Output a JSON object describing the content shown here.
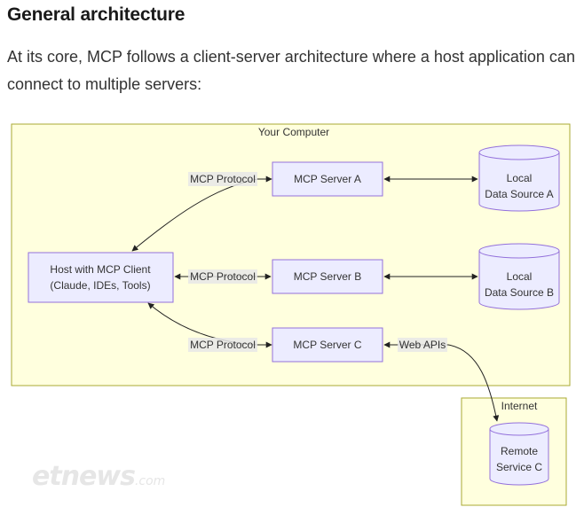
{
  "heading": "General architecture",
  "intro": "At its core, MCP follows a client-server architecture where a host application can connect to multiple servers:",
  "diagram": {
    "groups": {
      "computer": "Your Computer",
      "internet": "Internet"
    },
    "nodes": {
      "host_line1": "Host with MCP Client",
      "host_line2": "(Claude, IDEs, Tools)",
      "server_a": "MCP Server A",
      "server_b": "MCP Server B",
      "server_c": "MCP Server C",
      "source_a_line1": "Local",
      "source_a_line2": "Data Source A",
      "source_b_line1": "Local",
      "source_b_line2": "Data Source B",
      "remote_line1": "Remote",
      "remote_line2": "Service C"
    },
    "edge_labels": {
      "protocol_a": "MCP Protocol",
      "protocol_b": "MCP Protocol",
      "protocol_c": "MCP Protocol",
      "web_apis": "Web APIs"
    }
  },
  "watermark": {
    "brand": "etnews",
    "suffix": ".com"
  }
}
